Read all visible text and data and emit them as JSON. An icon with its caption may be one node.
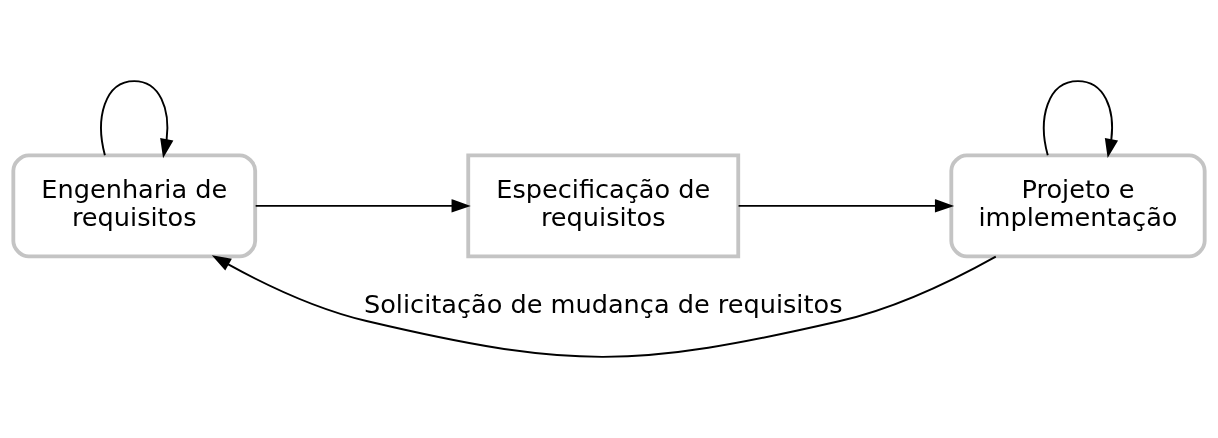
{
  "diagram": {
    "nodes": [
      {
        "text": [
          "Engenharia de requisitos"
        ]
      },
      {
        "text": [
          "Especificação de requisitos"
        ]
      },
      {
        "text": [
          "Projeto e implementação"
        ]
      }
    ],
    "edges": [
      {
        "from": 0,
        "to": 0,
        "arrow": "to"
      },
      {
        "from": 0,
        "to": 1,
        "arrow": "to"
      },
      {
        "from": 1,
        "to": 2,
        "arrow": "to"
      },
      {
        "from": 2,
        "to": 2,
        "arrow": "to"
      },
      {
        "from": 2,
        "to": 0,
        "arrow": "to",
        "label": "Solicitação de mudança de requisitos"
      }
    ]
  }
}
